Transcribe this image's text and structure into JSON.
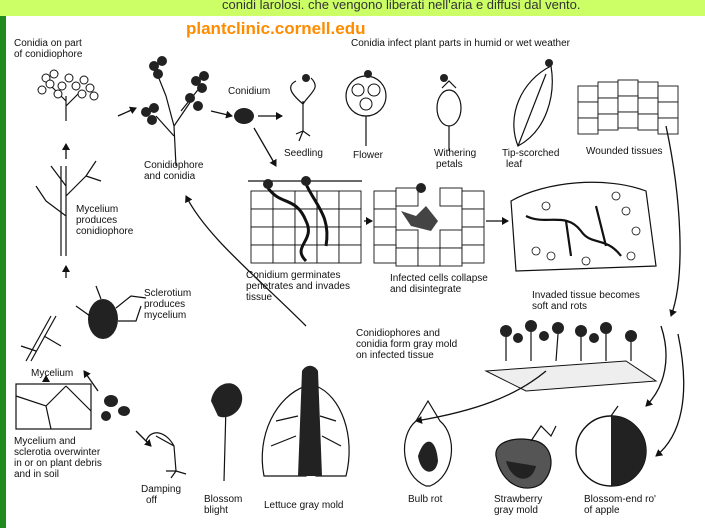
{
  "top_caption": "conidi larolosi. che vengono liberati nell'aria e diffusi dal vento.",
  "watermark": "plantclinic.cornell.edu",
  "labels": {
    "conidia_on_part": [
      "Conidia on part",
      "of conidiophore"
    ],
    "conidium": "Conidium",
    "conidia_infect": "Conidia infect plant parts in humid or wet weather",
    "seedling": "Seedling",
    "flower": "Flower",
    "withering_petals": [
      "Withering",
      "petals"
    ],
    "tip_scorched_leaf": [
      "Tip-scorched",
      "leaf"
    ],
    "wounded_tissues": "Wounded tissues",
    "conidiophore_and_conidia": [
      "Conidiophore",
      "and conidia"
    ],
    "mycelium_produces": [
      "Mycelium",
      "produces",
      "conidiophore"
    ],
    "conidium_germinates": [
      "Conidium germinates",
      "penetrates and invades",
      "tissue"
    ],
    "infected_cells_collapse": [
      "Infected cells collapse",
      "and disintegrate"
    ],
    "invaded_tissue": [
      "Invaded tissue becomes",
      "soft and rots"
    ],
    "sclerotium": [
      "Sclerotium",
      "produces",
      "mycelium"
    ],
    "conidiophores_form": [
      "Conidiophores and",
      "conidia form gray mold",
      "on infected tissue"
    ],
    "mycelium": "Mycelium",
    "overwinter": [
      "Mycelium and",
      "sclerotia overwinter",
      "in or on plant debris",
      "and in soil"
    ],
    "damping_off": [
      "Damping",
      "off"
    ],
    "blossom_blight": [
      "Blossom",
      "blight"
    ],
    "lettuce_gray_mold": "Lettuce gray mold",
    "bulb_rot": "Bulb rot",
    "strawberry_gray_mold": [
      "Strawberry",
      "gray mold"
    ],
    "blossom_end_rot": [
      "Blossom-end ro'",
      "of apple"
    ]
  }
}
